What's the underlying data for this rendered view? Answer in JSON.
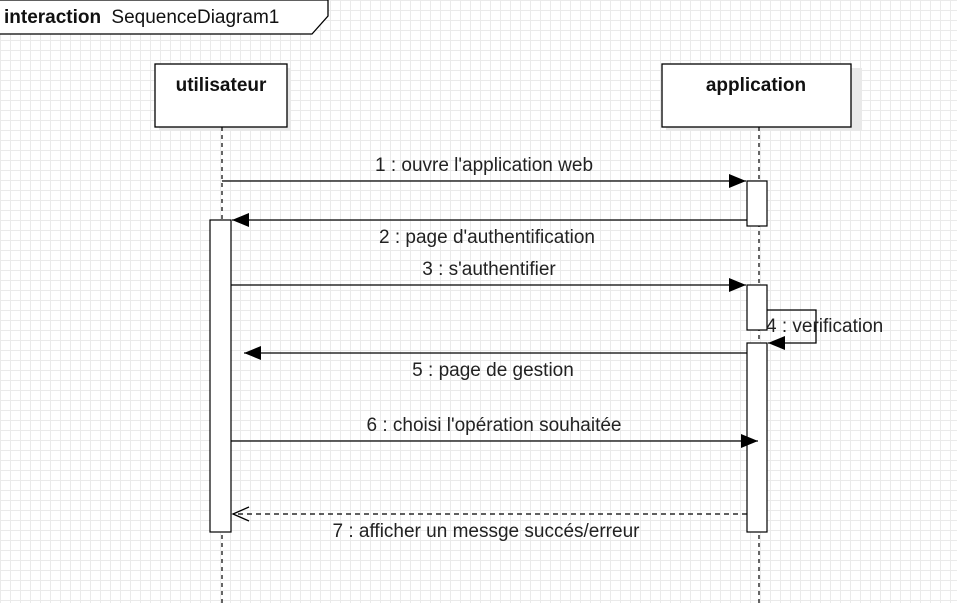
{
  "frame": {
    "keyword": "interaction",
    "name": "SequenceDiagram1"
  },
  "lifelines": [
    {
      "name": "utilisateur"
    },
    {
      "name": "application"
    }
  ],
  "messages": [
    {
      "label": "1 : ouvre l'application web",
      "from": "utilisateur",
      "to": "application",
      "kind": "sync"
    },
    {
      "label": "2 : page d'authentification",
      "from": "application",
      "to": "utilisateur",
      "kind": "sync"
    },
    {
      "label": "3 : s'authentifier",
      "from": "utilisateur",
      "to": "application",
      "kind": "sync"
    },
    {
      "label": "4 : verification",
      "from": "application",
      "to": "application",
      "kind": "self"
    },
    {
      "label": "5 : page de gestion",
      "from": "application",
      "to": "utilisateur",
      "kind": "sync"
    },
    {
      "label": "6 : choisi l'opération souhaitée",
      "from": "utilisateur",
      "to": "application",
      "kind": "sync"
    },
    {
      "label": "7 : afficher un messge succés/erreur",
      "from": "application",
      "to": "utilisateur",
      "kind": "reply"
    }
  ]
}
